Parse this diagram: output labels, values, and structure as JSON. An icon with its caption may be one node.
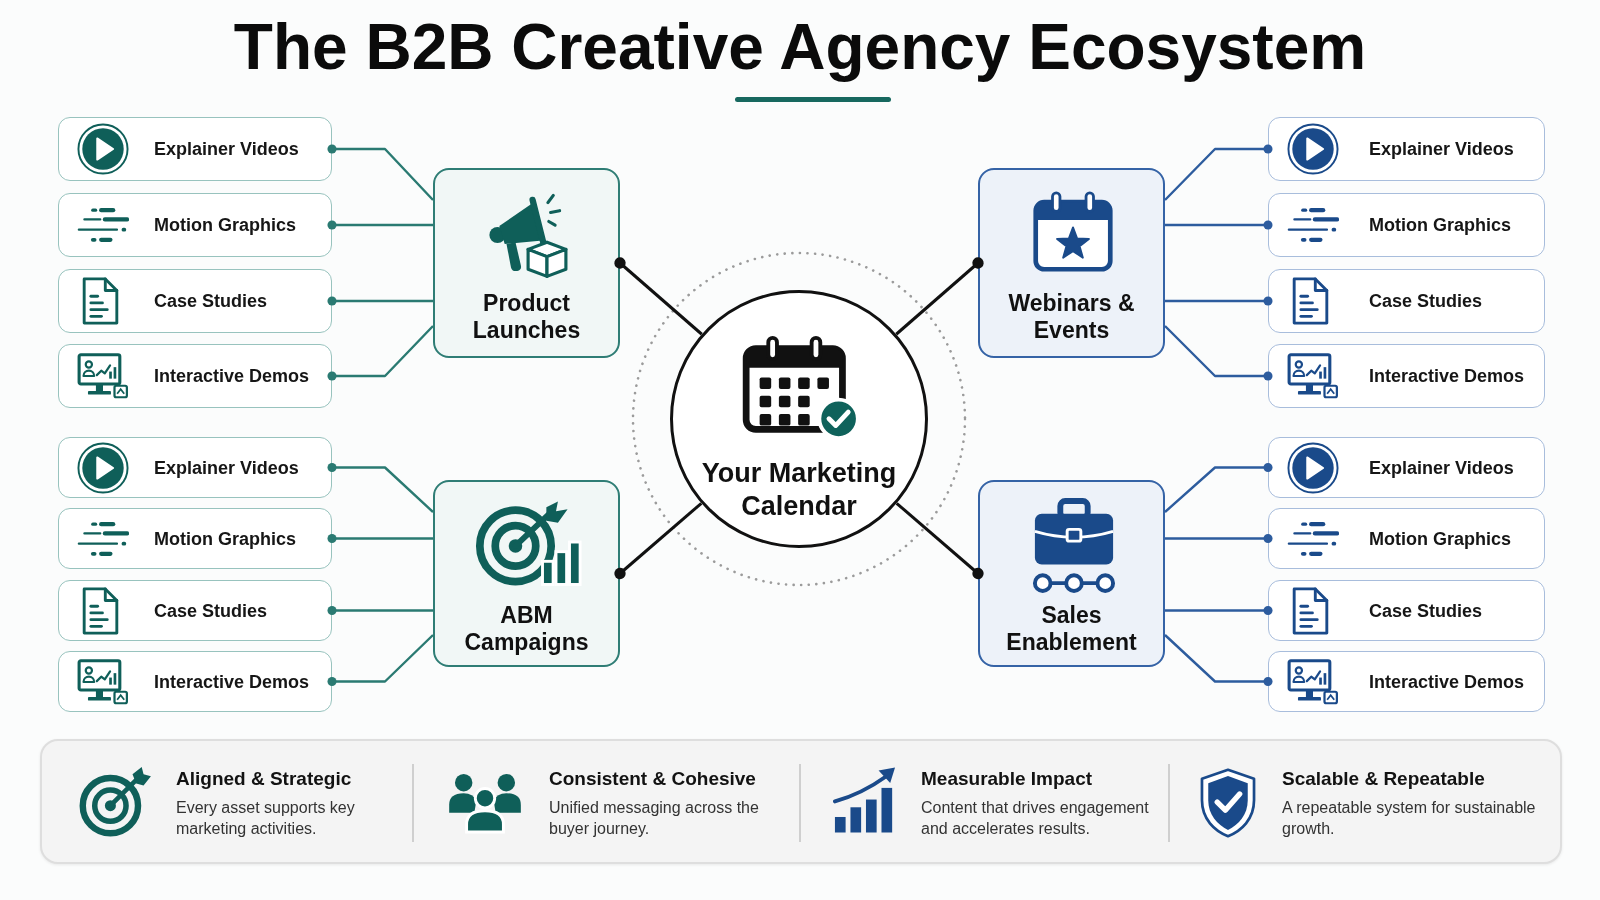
{
  "diagram": {
    "title": "The B2B Creative Agency Ecosystem",
    "nodes": [
      {
        "text": [
          "Your Marketing Calendar"
        ]
      },
      {
        "text": [
          "Product Launches"
        ]
      },
      {
        "text": [
          "Explainer Videos"
        ]
      },
      {
        "text": [
          "Motion Graphics"
        ]
      },
      {
        "text": [
          "Case Studies"
        ]
      },
      {
        "text": [
          "Interactive Demos"
        ]
      },
      {
        "text": [
          "Webinars & Events"
        ]
      },
      {
        "text": [
          "Explainer Videos"
        ]
      },
      {
        "text": [
          "Motion Graphics"
        ]
      },
      {
        "text": [
          "Case Studies"
        ]
      },
      {
        "text": [
          "Interactive Demos"
        ]
      },
      {
        "text": [
          "ABM Campaigns"
        ]
      },
      {
        "text": [
          "Explainer Videos"
        ]
      },
      {
        "text": [
          "Motion Graphics"
        ]
      },
      {
        "text": [
          "Case Studies"
        ]
      },
      {
        "text": [
          "Interactive Demos"
        ]
      },
      {
        "text": [
          "Sales Enablement"
        ]
      },
      {
        "text": [
          "Explainer Videos"
        ]
      },
      {
        "text": [
          "Motion Graphics"
        ]
      },
      {
        "text": [
          "Case Studies"
        ]
      },
      {
        "text": [
          "Interactive Demos"
        ]
      },
      {
        "text": [
          "Aligned & Strategic",
          "Every asset supports key marketing activities.",
          "Consistent & Cohesive",
          "Unified messaging across the buyer journey.",
          "Measurable Impact",
          "Content that drives engagement and accelerates results.",
          "Scalable & Repeatable",
          "A repeatable system for sustainable growth."
        ]
      }
    ],
    "edges": [
      {
        "from": 0,
        "to": 1,
        "arrow": "other",
        "color": "#111111"
      },
      {
        "from": 0,
        "to": 6,
        "arrow": "other",
        "color": "#111111"
      },
      {
        "from": 0,
        "to": 11,
        "arrow": "other",
        "color": "#111111"
      },
      {
        "from": 0,
        "to": 16,
        "arrow": "other",
        "color": "#111111"
      },
      {
        "from": 1,
        "to": 2,
        "arrow": "other",
        "color": "#2a7a72"
      },
      {
        "from": 1,
        "to": 3,
        "arrow": "other",
        "color": "#2a7a72"
      },
      {
        "from": 1,
        "to": 4,
        "arrow": "other",
        "color": "#2a7a72"
      },
      {
        "from": 1,
        "to": 5,
        "arrow": "other",
        "color": "#2a7a72"
      },
      {
        "from": 6,
        "to": 7,
        "arrow": "other",
        "color": "#2d5c9e"
      },
      {
        "from": 6,
        "to": 8,
        "arrow": "other",
        "color": "#2d5c9e"
      },
      {
        "from": 6,
        "to": 9,
        "arrow": "other",
        "color": "#2d5c9e"
      },
      {
        "from": 6,
        "to": 10,
        "arrow": "other",
        "color": "#2d5c9e"
      },
      {
        "from": 11,
        "to": 12,
        "arrow": "other",
        "color": "#2a7a72"
      },
      {
        "from": 11,
        "to": 13,
        "arrow": "other",
        "color": "#2a7a72"
      },
      {
        "from": 11,
        "to": 14,
        "arrow": "other",
        "color": "#2a7a72"
      },
      {
        "from": 11,
        "to": 15,
        "arrow": "other",
        "color": "#2a7a72"
      },
      {
        "from": 16,
        "to": 17,
        "arrow": "other",
        "color": "#2d5c9e"
      },
      {
        "from": 16,
        "to": 18,
        "arrow": "other",
        "color": "#2d5c9e"
      },
      {
        "from": 16,
        "to": 19,
        "arrow": "other",
        "color": "#2d5c9e"
      },
      {
        "from": 16,
        "to": 20,
        "arrow": "other",
        "color": "#2d5c9e"
      }
    ]
  }
}
